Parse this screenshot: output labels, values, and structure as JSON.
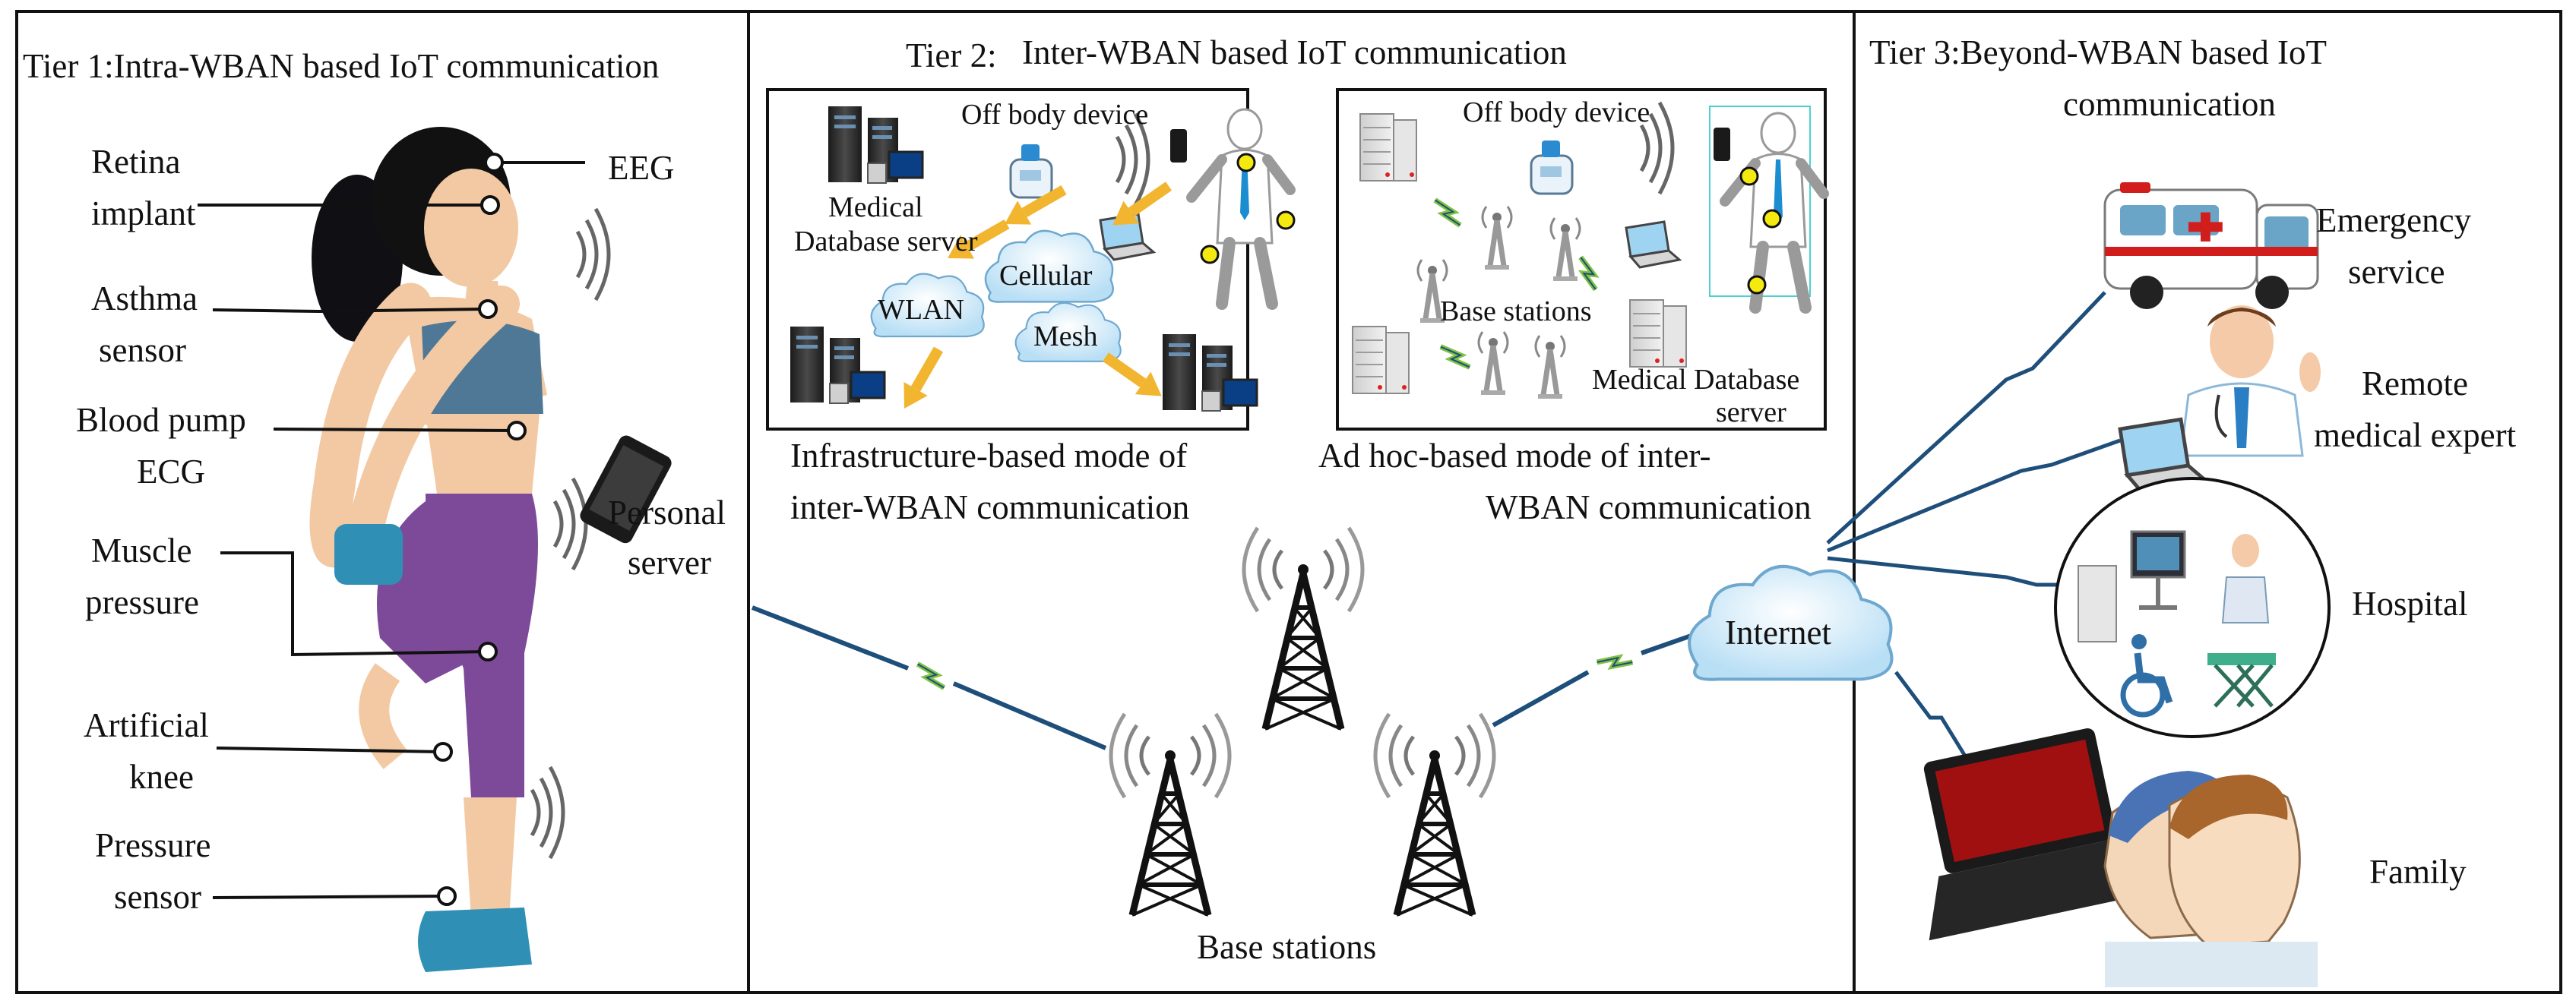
{
  "tier1": {
    "title": "Tier 1:Intra-WBAN based IoT communication",
    "sensors": {
      "retina_1": "Retina",
      "retina_2": "implant",
      "eeg": "EEG",
      "asthma_1": "Asthma",
      "asthma_2": "sensor",
      "blood_1": "Blood pump",
      "blood_2": "ECG",
      "muscle_1": "Muscle",
      "muscle_2": "pressure",
      "knee_1": "Artificial",
      "knee_2": "knee",
      "pressure_1": "Pressure",
      "pressure_2": "sensor"
    },
    "personal_server_1": "Personal",
    "personal_server_2": "server"
  },
  "tier2": {
    "title_prefix": "Tier 2:",
    "title": "Inter-WBAN based IoT communication",
    "infra": {
      "offbody": "Off body device",
      "medical_1": "Medical",
      "medical_2": "Database server",
      "cellular": "Cellular",
      "wlan": "WLAN",
      "mesh": "Mesh",
      "caption_1": "Infrastructure-based mode of",
      "caption_2": "inter-WBAN communication"
    },
    "adhoc": {
      "offbody": "Off body device",
      "base_stations": "Base stations",
      "medical_db_1": "Medical Database",
      "medical_db_2": "server",
      "caption_1": "Ad hoc-based mode of inter-",
      "caption_2": "WBAN communication"
    },
    "base_stations": "Base stations",
    "internet": "Internet"
  },
  "tier3": {
    "title_1": "Tier 3:Beyond-WBAN based IoT",
    "title_2": "communication",
    "services": {
      "emergency_1": "Emergency",
      "emergency_2": "service",
      "remote_1": "Remote",
      "remote_2": "medical expert",
      "hospital": "Hospital",
      "family": "Family"
    }
  },
  "colors": {
    "link_blue": "#1e4e7a",
    "lightning_green": "#7fc241",
    "arrow_yellow": "#f2b530",
    "cloud_blue": "#c9e6f7",
    "pants_purple": "#7d4a9a",
    "sensor_dot_yellow": "#f5ea10"
  }
}
